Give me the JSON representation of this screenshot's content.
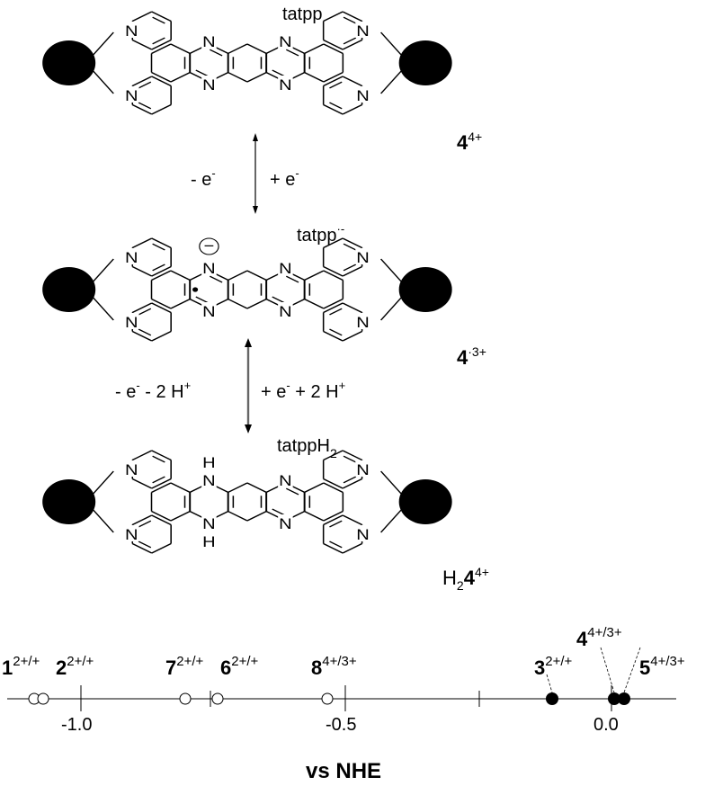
{
  "top": {
    "name": "tatpp",
    "compound_main": "4",
    "compound_sup": "4+"
  },
  "step1": {
    "left_label": "- e",
    "left_sup": "-",
    "right_label": "+ e",
    "right_sup": "-"
  },
  "middle": {
    "name": "tatpp",
    "name_sup": "·-",
    "compound_main": "4",
    "compound_sup": "·3+"
  },
  "step2": {
    "left_label_1": "- e",
    "left_sup_1": "-",
    "left_label_2": " - 2 H",
    "left_sup_2": "+",
    "right_label_1": "+ e",
    "right_sup_1": "-",
    "right_label_2": " + 2 H",
    "right_sup_2": "+"
  },
  "bottom": {
    "name": "tatppH",
    "name_sub": "2",
    "compound_pre": "H",
    "compound_pre_sub": "2",
    "compound_main": "4",
    "compound_sup": "4+"
  },
  "atoms": {
    "N": "N",
    "H": "H",
    "charge": "−"
  },
  "scale": {
    "title": "vs NHE",
    "tick_labels": [
      "-1.0",
      "-0.5",
      "0.0"
    ],
    "points": [
      {
        "id": "1",
        "sup": "2+/+",
        "filled": false
      },
      {
        "id": "2",
        "sup": "2+/+",
        "filled": false
      },
      {
        "id": "7",
        "sup": "2+/+",
        "filled": false
      },
      {
        "id": "6",
        "sup": "2+/+",
        "filled": false
      },
      {
        "id": "8",
        "sup": "4+/3+",
        "filled": false
      },
      {
        "id": "3",
        "sup": "2+/+",
        "filled": true
      },
      {
        "id": "4",
        "sup": "4+/3+",
        "filled": true
      },
      {
        "id": "5",
        "sup": "4+/3+",
        "filled": true
      }
    ]
  }
}
